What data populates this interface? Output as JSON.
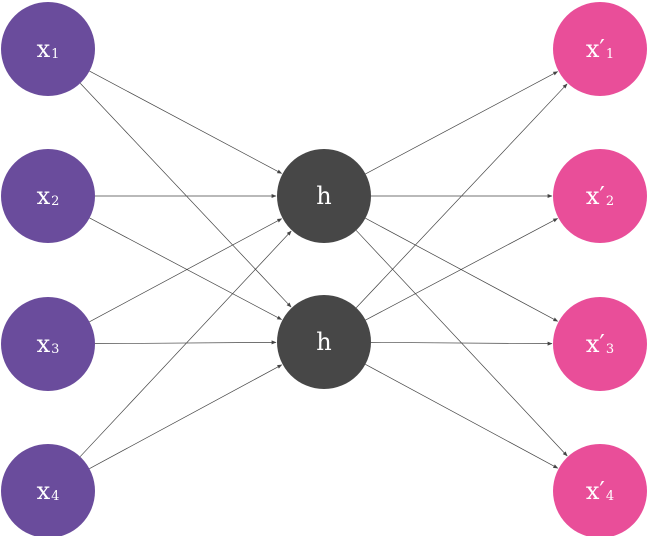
{
  "colors": {
    "input": "#6a4c9c",
    "hidden": "#474747",
    "output": "#e94e99",
    "edge": "#444444"
  },
  "inputs": [
    {
      "base": "x",
      "sub": "1"
    },
    {
      "base": "x",
      "sub": "2"
    },
    {
      "base": "x",
      "sub": "3"
    },
    {
      "base": "x",
      "sub": "4"
    }
  ],
  "hidden": [
    {
      "label": "h"
    },
    {
      "label": "h"
    }
  ],
  "outputs": [
    {
      "base": "x′",
      "sub": "1"
    },
    {
      "base": "x′",
      "sub": "2"
    },
    {
      "base": "x′",
      "sub": "3"
    },
    {
      "base": "x′",
      "sub": "4"
    }
  ]
}
